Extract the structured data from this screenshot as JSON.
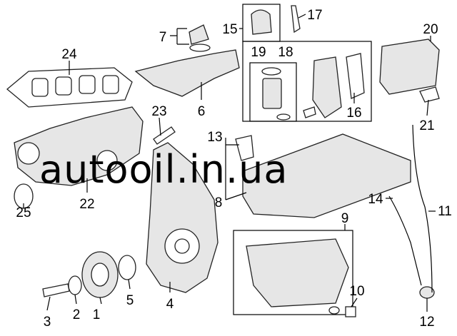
{
  "diagram": {
    "watermark": "autooil.in.ua",
    "callouts": {
      "c1": "1",
      "c2": "2",
      "c3": "3",
      "c4": "4",
      "c5": "5",
      "c6": "6",
      "c7": "7",
      "c8": "8",
      "c9": "9",
      "c10": "10",
      "c11": "11",
      "c12": "12",
      "c13": "13",
      "c14": "14",
      "c15": "15",
      "c16": "16",
      "c17": "17",
      "c18": "18",
      "c19": "19",
      "c20": "20",
      "c21": "21",
      "c22": "22",
      "c23": "23",
      "c24": "24",
      "c25": "25"
    }
  }
}
